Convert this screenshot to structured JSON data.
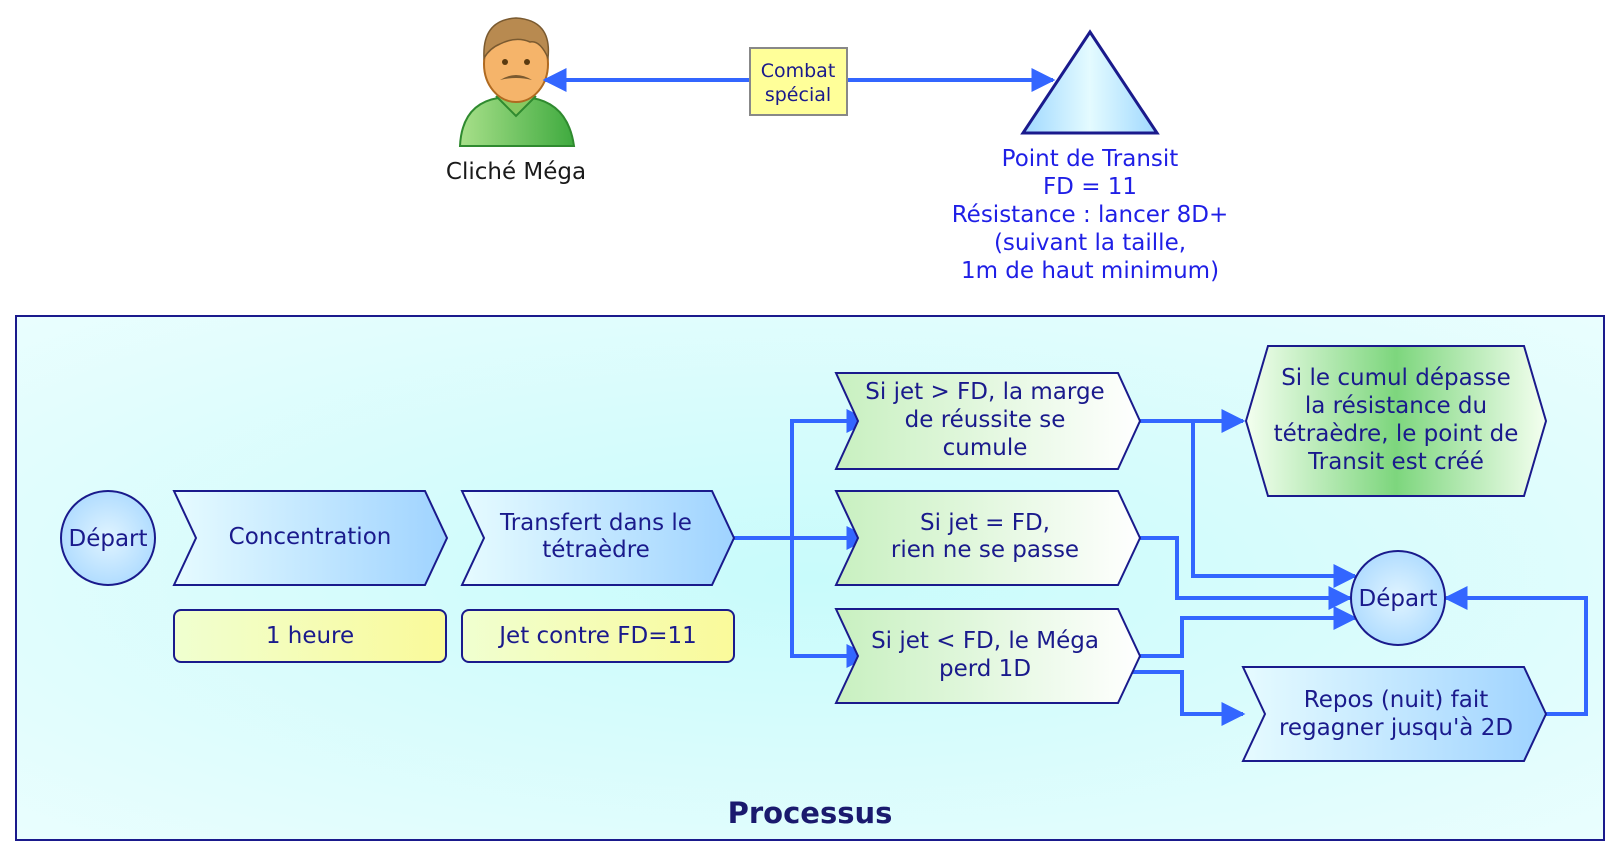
{
  "actor": {
    "label": "Cliché Méga"
  },
  "combat": {
    "line1": "Combat",
    "line2": "spécial"
  },
  "transit": {
    "line1": "Point de Transit",
    "line2": "FD = 11",
    "line3": "Résistance : lancer 8D+",
    "line4": "(suivant la taille,",
    "line5": "1m de haut minimum)"
  },
  "process": {
    "title": "Processus",
    "start": "Départ",
    "concentration": "Concentration",
    "duration": "1 heure",
    "transfer_line1": "Transfert dans le",
    "transfer_line2": "tétraèdre",
    "roll": "Jet contre FD=11",
    "gt_line1": "Si jet > FD, la marge",
    "gt_line2": "de réussite se",
    "gt_line3": "cumule",
    "eq_line1": "Si jet = FD,",
    "eq_line2": "rien ne se passe",
    "lt_line1": "Si jet < FD, le Méga",
    "lt_line2": "perd 1D",
    "cumul_line1": "Si le cumul dépasse",
    "cumul_line2": "la résistance du",
    "cumul_line3": "tétraèdre, le point de",
    "cumul_line4": "Transit est créé",
    "end": "Départ",
    "rest_line1": "Repos (nuit) fait",
    "rest_line2": "regagner jusqu'à 2D"
  },
  "colors": {
    "connector": "#3366ff",
    "outline": "#1a1a8c",
    "panel": "#d6fbfb"
  }
}
